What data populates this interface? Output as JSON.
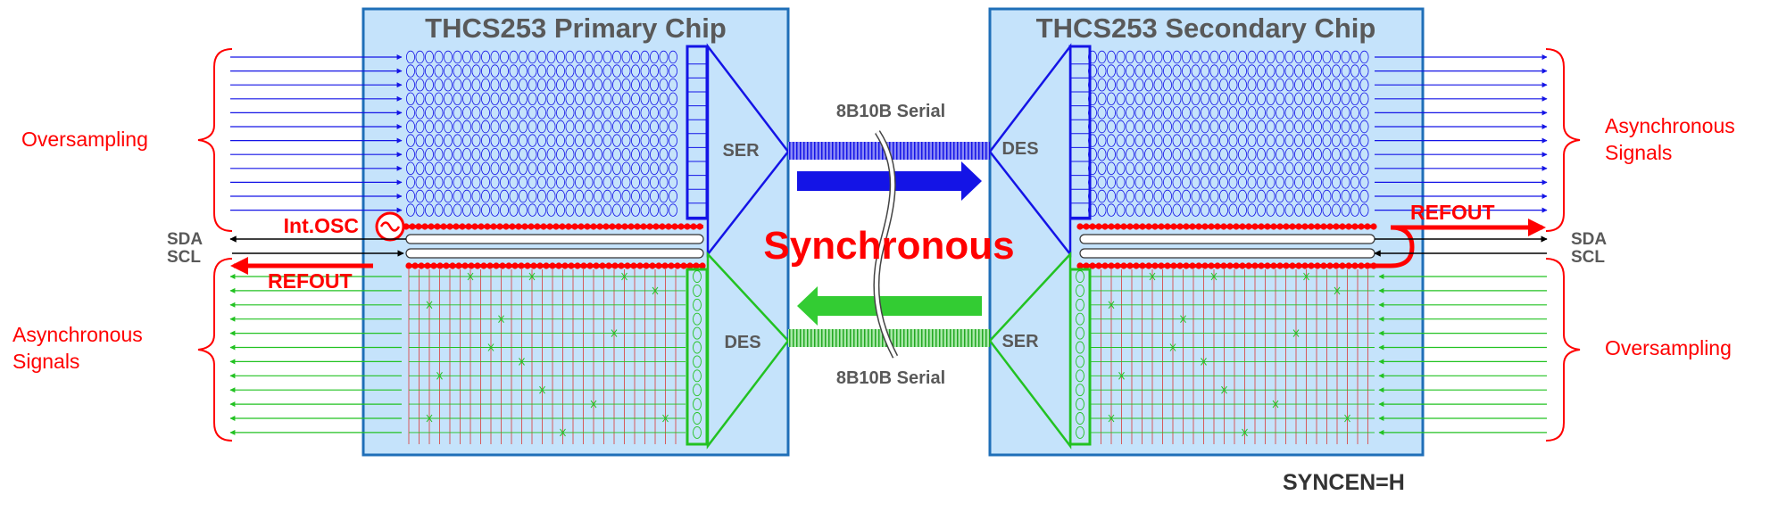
{
  "chips": {
    "primary": {
      "title": "THCS253 Primary Chip",
      "ser": "SER",
      "des": "DES",
      "osc": "Int.OSC",
      "refout": "REFOUT"
    },
    "secondary": {
      "title": "THCS253 Secondary Chip",
      "des": "DES",
      "ser": "SER",
      "refout": "REFOUT"
    }
  },
  "link": {
    "top_label": "8B10B Serial",
    "bottom_label": "8B10B Serial",
    "mode": "Synchronous"
  },
  "left": {
    "top_group": "Oversampling",
    "bottom_group": [
      "Asynchronous",
      "Signals"
    ],
    "sda": "SDA",
    "scl": "SCL"
  },
  "right": {
    "top_group": [
      "Asynchronous",
      "Signals"
    ],
    "bottom_group": "Oversampling",
    "sda": "SDA",
    "scl": "SCL"
  },
  "footer": {
    "syncen": "SYNCEN=H"
  },
  "colors": {
    "chip_fill": "#c5e3fb",
    "chip_border": "#1f6fb8",
    "blue": "#1414e6",
    "green": "#22c222",
    "red": "#ff0000",
    "grid_red": "#d94c4c",
    "label_gray": "#595959"
  },
  "lanes": {
    "per_direction": 12
  }
}
